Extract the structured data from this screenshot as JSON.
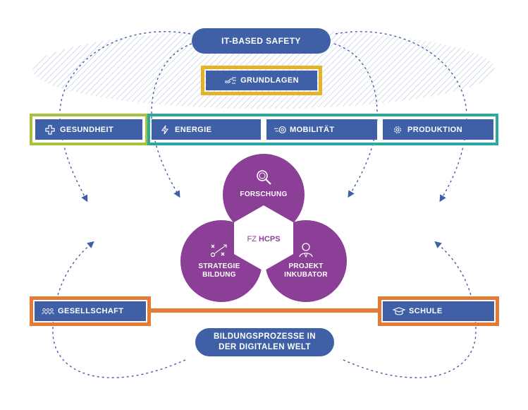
{
  "colors": {
    "blue": "#3f5fa6",
    "purple": "#8b3f96",
    "yellow_frame": "#e5b32a",
    "green_frame": "#a6c23a",
    "teal_frame": "#2aa9a0",
    "orange_frame": "#e37a35",
    "hatch": "#b9c8de"
  },
  "top": {
    "safety_label": "IT-BASED SAFETY"
  },
  "grundlagen": {
    "label": "GRUNDLAGEN",
    "icon": "hand-connect-icon"
  },
  "domains": [
    {
      "label": "GESUNDHEIT",
      "icon": "medical-cross-icon"
    },
    {
      "label": "ENERGIE",
      "icon": "lightning-icon"
    },
    {
      "label": "MOBILITÄT",
      "icon": "motion-wheel-icon"
    },
    {
      "label": "PRODUKTION",
      "icon": "gear-icon"
    }
  ],
  "hub": {
    "center_prefix": "FZ",
    "center_bold": "HCPS",
    "forschung": "FORSCHUNG",
    "strategie_line1": "STRATEGIE",
    "strategie_line2": "BILDUNG",
    "projekt_line1": "PROJEKT",
    "projekt_line2": "INKUBATOR"
  },
  "bottom": {
    "gesellschaft": "GESELLSCHAFT",
    "schule": "SCHULE",
    "bildung_line1": "BILDUNGSPROZESSE IN",
    "bildung_line2": "DER DIGITALEN WELT"
  }
}
